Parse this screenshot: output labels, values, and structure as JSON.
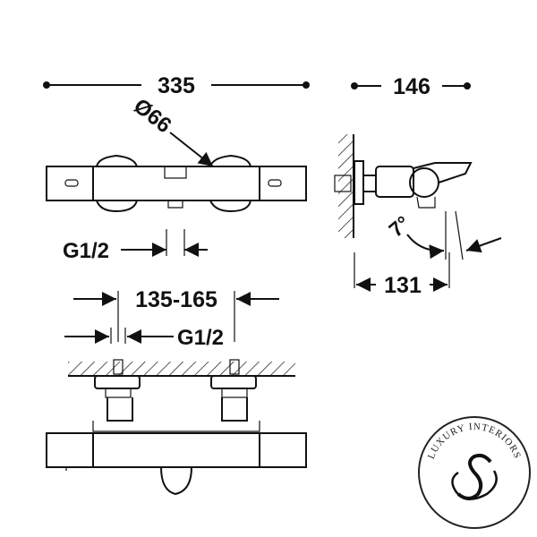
{
  "dimensions": {
    "overall_width": "335",
    "diameter": "Ø66",
    "depth": "146",
    "connection_top": "G1/2",
    "center_distance": "135-165",
    "connection_bottom": "G1/2",
    "angle": "7°",
    "projection": "131"
  },
  "logo": {
    "text": "LUXURY INTERIORS"
  }
}
